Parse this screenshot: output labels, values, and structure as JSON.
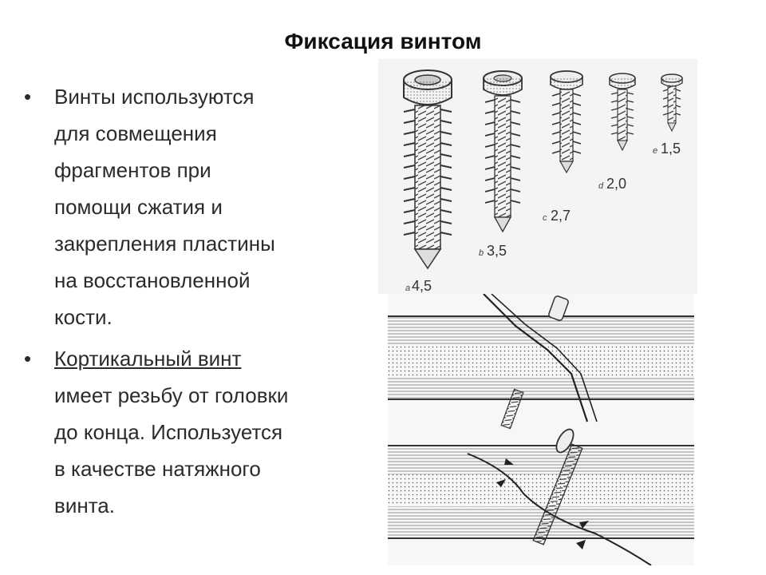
{
  "slide": {
    "title": "Фиксация винтом",
    "bullets": [
      {
        "lines": [
          "Винты используются",
          "для совмещения",
          "фрагментов при",
          "помощи сжатия и",
          "закрепления пластины",
          "на восстановленной",
          "кости."
        ]
      },
      {
        "underlined": "Кортикальный винт",
        "lines": [
          "имеет резьбу от головки",
          "до конца. Используется",
          "в качестве натяжного",
          "винта."
        ]
      }
    ]
  },
  "figure_screws": {
    "labels": [
      {
        "letter": "a",
        "size": "4,5"
      },
      {
        "letter": "b",
        "size": "3,5"
      },
      {
        "letter": "c",
        "size": "2,7"
      },
      {
        "letter": "d",
        "size": "2,0"
      },
      {
        "letter": "e",
        "size": "1,5"
      }
    ]
  },
  "figure_bone": {
    "description_icon": "bone-fracture-lag-screw-diagram"
  },
  "colors": {
    "text": "#2b2b2b",
    "title": "#111111",
    "drawing": "#333333"
  }
}
